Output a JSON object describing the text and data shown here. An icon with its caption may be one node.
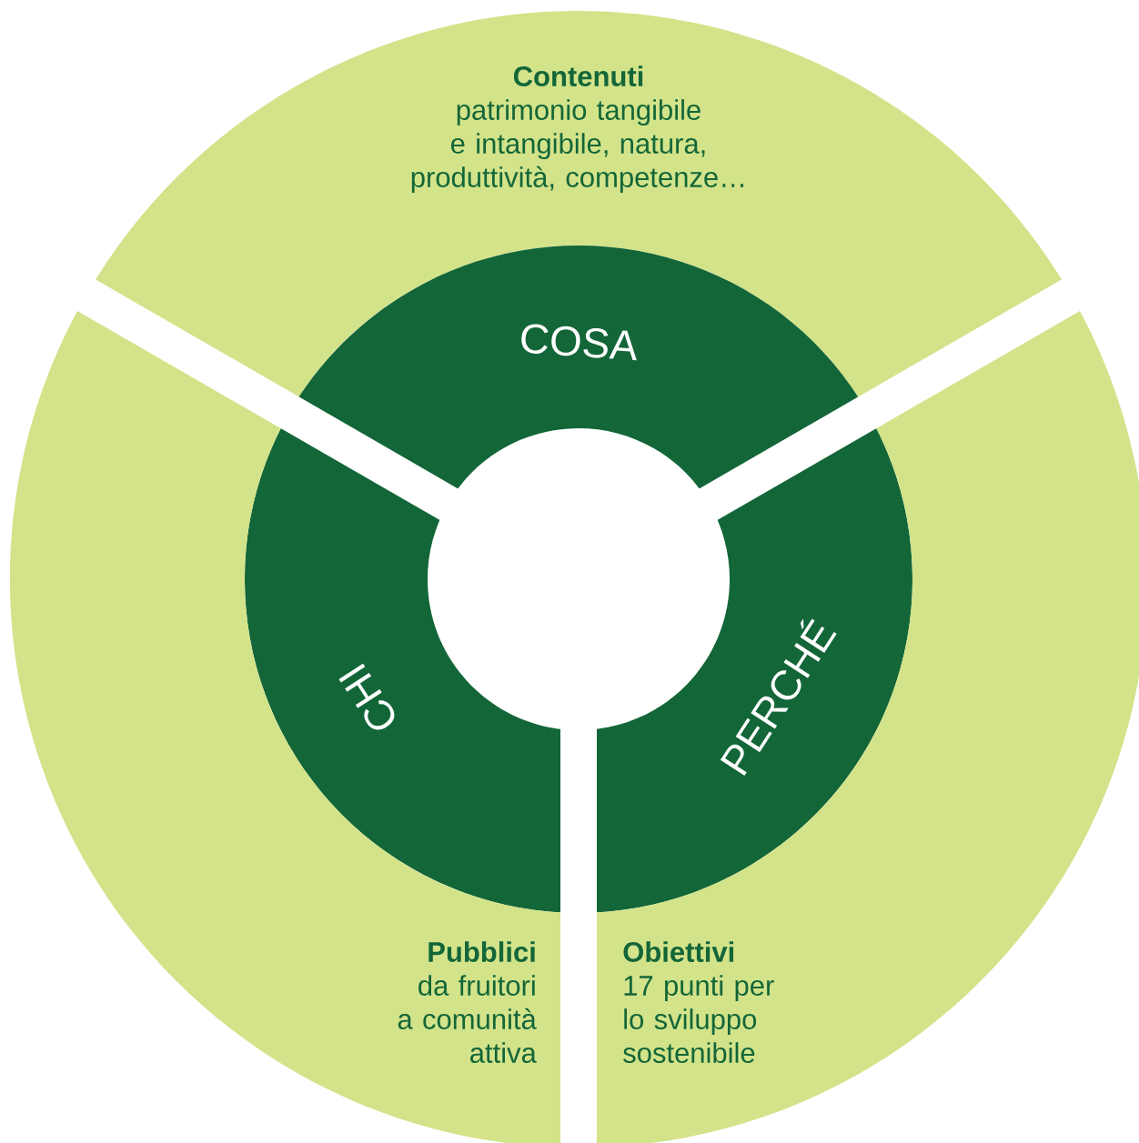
{
  "diagram": {
    "nodes": [
      {
        "text": [
          "Contenuti",
          "patrimonio tangibile e intangibile, natura, produttività, competenze…"
        ]
      },
      {
        "text": [
          "COSA"
        ]
      },
      {
        "text": [
          "CHI"
        ]
      },
      {
        "text": [
          "PERCHÉ"
        ]
      },
      {
        "text": [
          "Pubblici",
          "da fruitori a comunità attiva"
        ]
      },
      {
        "text": [
          "Obiettivi",
          "17 punti per lo sviluppo sostenibile"
        ]
      }
    ]
  }
}
